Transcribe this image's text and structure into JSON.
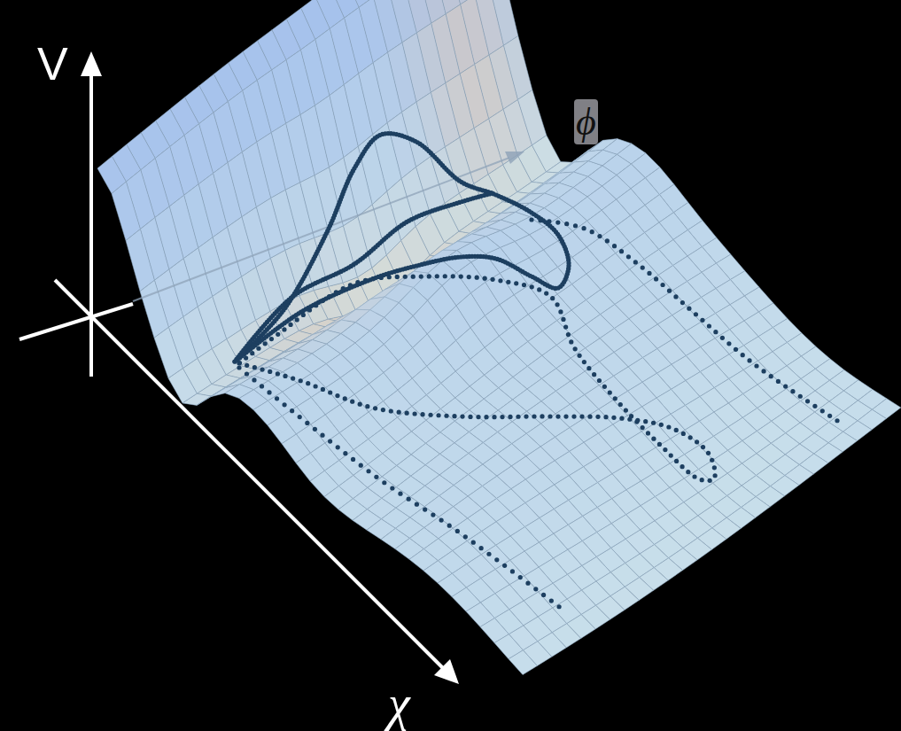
{
  "diagram": {
    "labels": [
      "V",
      "ϕ",
      "χ"
    ]
  }
}
